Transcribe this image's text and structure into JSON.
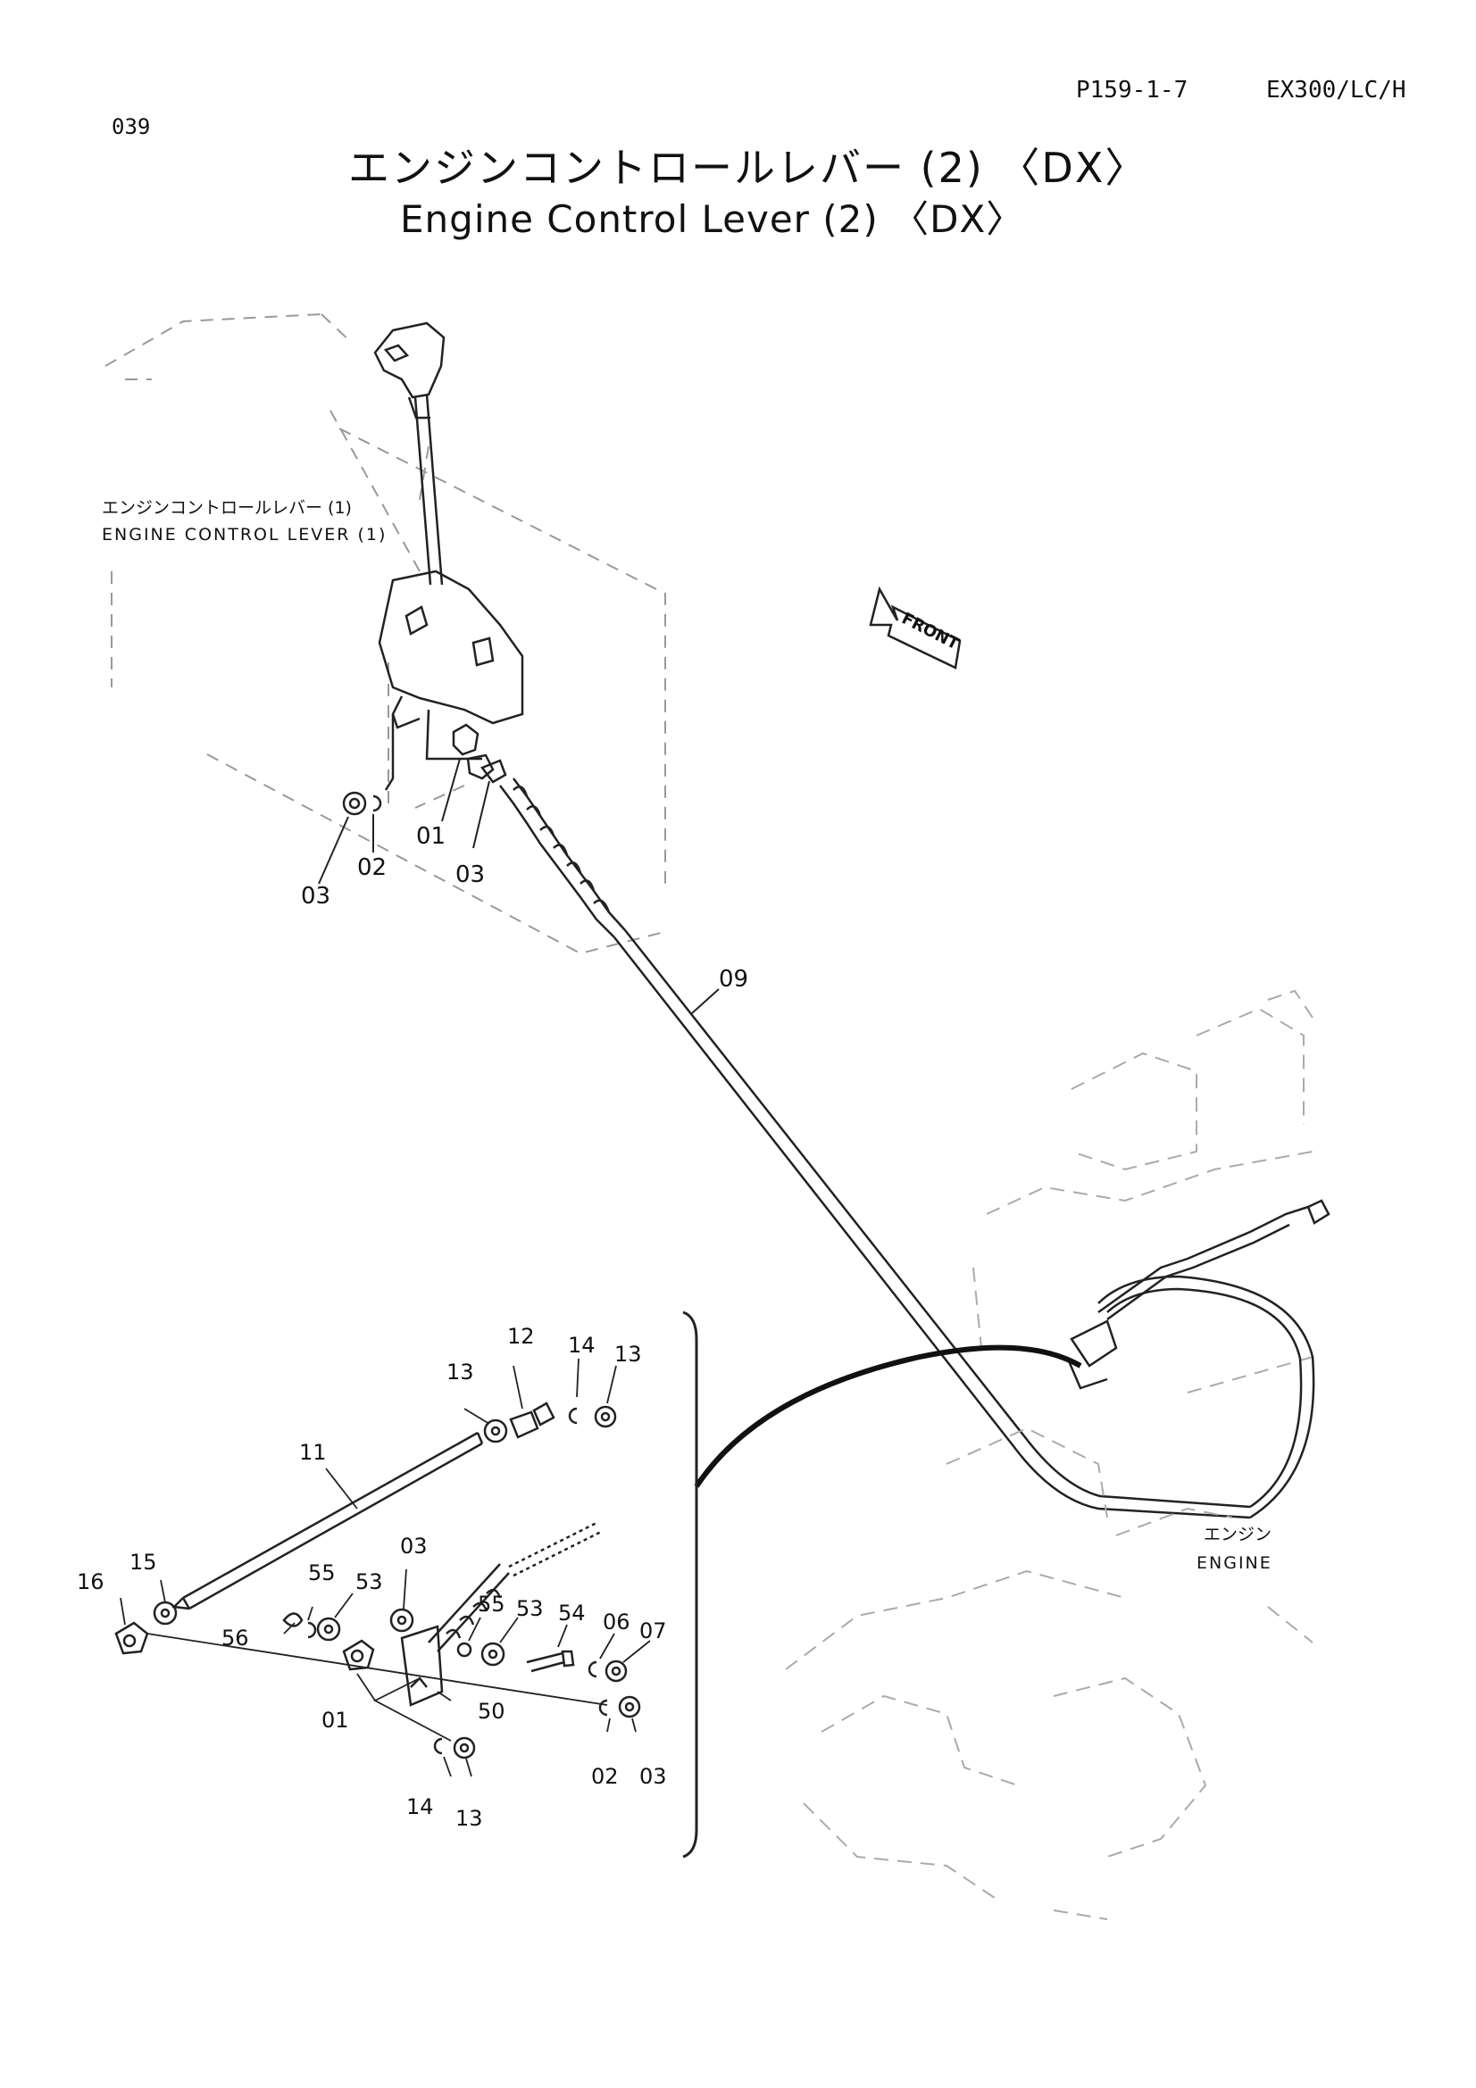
{
  "header": {
    "page_code": "P159-1-7",
    "model": "EX300/LC/H",
    "page_number": "039",
    "title_jp": "エンジンコントロールレバー (2) 〈DX〉",
    "title_en": "Engine Control Lever (2) 〈DX〉"
  },
  "labels": {
    "lever_jp": "エンジンコントロールレバー (1)",
    "lever_en": "ENGINE CONTROL LEVER (1)",
    "front": "FRONT",
    "engine_jp": "エンジン",
    "engine_en": "ENGINE"
  },
  "callouts": {
    "main_01": "01",
    "main_02": "02",
    "main_03a": "03",
    "main_03b": "03",
    "main_09": "09",
    "d_11": "11",
    "d_12": "12",
    "d_13a": "13",
    "d_13b": "13",
    "d_13c": "13",
    "d_14a": "14",
    "d_14b": "14",
    "d_15": "15",
    "d_16": "16",
    "d_55a": "55",
    "d_55b": "55",
    "d_53a": "53",
    "d_53b": "53",
    "d_56": "56",
    "d_03": "03",
    "d_54": "54",
    "d_06": "06",
    "d_07": "07",
    "d_01": "01",
    "d_50": "50",
    "d_02": "02",
    "d_03b": "03"
  }
}
